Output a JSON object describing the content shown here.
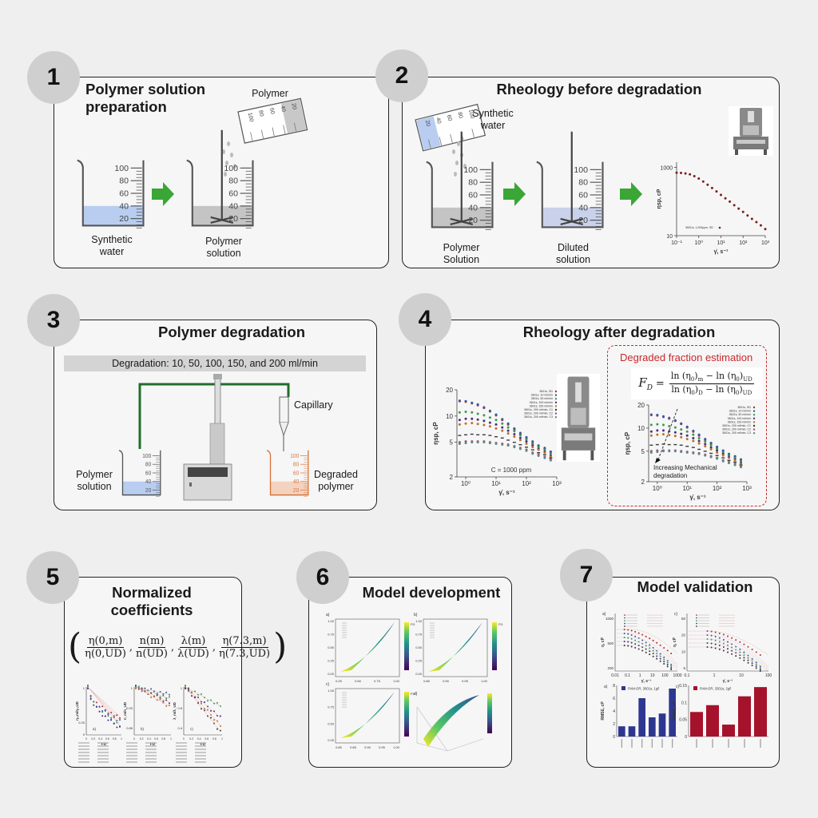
{
  "panels": [
    {
      "number": "1",
      "title": "Polymer solution preparation"
    },
    {
      "number": "2",
      "title": "Rheology before degradation"
    },
    {
      "number": "3",
      "title": "Polymer degradation"
    },
    {
      "number": "4",
      "title": "Rheology after degradation"
    },
    {
      "number": "5",
      "title": "Normalized coefficients"
    },
    {
      "number": "6",
      "title": "Model development"
    },
    {
      "number": "7",
      "title": "Model validation"
    }
  ],
  "beaker_scale": [
    "100",
    "80",
    "60",
    "40",
    "20"
  ],
  "panel1": {
    "synthetic_water": "Synthetic water",
    "polymer": "Polymer",
    "polymer_solution": "Polymer solution"
  },
  "panel2": {
    "synthetic_water": "Synthetic water",
    "polymer_solution": "Polymer Solution",
    "diluted_solution": "Diluted solution"
  },
  "panel3": {
    "degradation_rates": "Degradation: 10, 50, 100, 150, and 200 ml/min",
    "capillary": "Capillary",
    "polymer_solution": "Polymer solution",
    "degraded_polymer": "Degraded polymer"
  },
  "panel4": {
    "concentration": "C = 1000 ppm",
    "degraded_box_title": "Degraded fraction estimation",
    "annotation": "Increasing Mechanical degradation",
    "fd_formula": {
      "lhs": "F",
      "lhs_sub": "D",
      "eq": "=",
      "num": [
        {
          "t": "ln (η"
        },
        {
          "s": "0"
        },
        {
          "t": ")"
        },
        {
          "s": "m"
        },
        {
          "t": " − ln (η"
        },
        {
          "s": "0"
        },
        {
          "t": ")"
        },
        {
          "s": "UD"
        }
      ],
      "den": [
        {
          "t": "ln (η"
        },
        {
          "s": "0"
        },
        {
          "t": ")"
        },
        {
          "s": "D"
        },
        {
          "t": " − ln (η"
        },
        {
          "s": "0"
        },
        {
          "t": ")"
        },
        {
          "s": "UD"
        }
      ]
    }
  },
  "panel5": {
    "open_paren": "(",
    "close_paren": ")",
    "comma": ",",
    "fractions": [
      {
        "num": "η(0,m)",
        "den": "η(0,UD)"
      },
      {
        "num": "n(m)",
        "den": "n(UD)"
      },
      {
        "num": "λ(m)",
        "den": "λ(UD)"
      },
      {
        "num": "η(7.3,m)",
        "den": "η(7.3,UD)"
      }
    ]
  },
  "colors": {
    "green_arrow": "#3aa636",
    "tubing": "#1f6e2a",
    "water": "#b9cdf0",
    "polymer": "#c4c4c4",
    "diluted": "#c9d2ea",
    "degraded": "#f3d2bf",
    "degraded_stroke": "#d9733a",
    "red_accent": "#c8282d",
    "bar_blue": "#2e3790",
    "bar_red": "#a5122b"
  },
  "chart_data": [
    {
      "id": "rheology_before",
      "type": "scatter",
      "xlabel": "γ̇, s⁻¹",
      "ylabel": "ηsp, cP",
      "xscale": "log",
      "yscale": "log",
      "xlim": [
        0.1,
        1000
      ],
      "ylim": [
        10,
        1000
      ],
      "xticks": [
        "10⁻¹",
        "10⁰",
        "10¹",
        "10²",
        "10³"
      ],
      "yticks": [
        "1000",
        "10"
      ],
      "legend": "3601/s, 1,000ppm, SD",
      "x": [
        0.1,
        0.158,
        0.251,
        0.398,
        0.631,
        1,
        1.585,
        2.51,
        3.98,
        6.31,
        10,
        15.85,
        25.1,
        39.8,
        63.1,
        100,
        158.5,
        251,
        398,
        631,
        1000
      ],
      "y": [
        693,
        683,
        662,
        620,
        552,
        468,
        384,
        309,
        247,
        197,
        156,
        124,
        99,
        78,
        62,
        49.5,
        39,
        31,
        25,
        20,
        15.6
      ]
    },
    {
      "id": "rheology_after",
      "type": "scatter",
      "xlabel": "γ̇, s⁻¹",
      "ylabel": "ηsp, cP",
      "xscale": "log",
      "yscale": "log",
      "xlim": [
        0.5,
        1000
      ],
      "ylim": [
        2,
        20
      ],
      "xticks": [
        "10⁰",
        "10¹",
        "10²",
        "10³"
      ],
      "yticks": [
        "20",
        "10",
        "5",
        "2"
      ],
      "legend_position": "top-right",
      "x": [
        0.63,
        1,
        1.6,
        2.5,
        4,
        6.3,
        10,
        16,
        25,
        40,
        63,
        100,
        160,
        250,
        400,
        630
      ],
      "series": [
        {
          "name": "3601s, SD",
          "color": "#b03030",
          "values": [
            15,
            14.6,
            14,
            13.3,
            12.4,
            11.3,
            10.2,
            9,
            8,
            7,
            6.2,
            5.5,
            4.9,
            4.5,
            4.2,
            3.8
          ]
        },
        {
          "name": "3601s, 10 ml/min",
          "color": "#3557a8",
          "values": [
            14.8,
            14.8,
            14.2,
            13.6,
            12.6,
            11.5,
            10.4,
            9.2,
            8.2,
            7.2,
            6.4,
            5.7,
            5.1,
            4.6,
            4.3,
            3.9
          ]
        },
        {
          "name": "3601s, 50 ml/min",
          "color": "#3a9a50",
          "values": [
            11,
            11.2,
            11,
            10.6,
            10.2,
            9.6,
            9,
            8.2,
            7.4,
            6.7,
            6,
            5.4,
            4.8,
            4.4,
            4.1,
            3.7
          ]
        },
        {
          "name": "3601s, 100 ml/min",
          "color": "#4b2f7c",
          "values": [
            9,
            9.3,
            9.3,
            9.1,
            8.8,
            8.4,
            8,
            7.4,
            6.8,
            6.2,
            5.6,
            5.1,
            4.6,
            4.2,
            3.9,
            3.5
          ]
        },
        {
          "name": "3601s, 150 ml/min",
          "color": "#c07020",
          "values": [
            8,
            8.2,
            8.3,
            8.1,
            7.9,
            7.6,
            7.2,
            6.8,
            6.3,
            5.8,
            5.3,
            4.8,
            4.4,
            4.1,
            3.8,
            3.4
          ]
        },
        {
          "name": "3601s, 200 ml/min, C1",
          "color": "#3a3a3a",
          "values": [
            6,
            6.1,
            6.2,
            6.1,
            6.1,
            6,
            5.8,
            5.6,
            5.3,
            5,
            4.7,
            4.4,
            4.1,
            3.8,
            3.6,
            3.3
          ]
        },
        {
          "name": "3601s, 200 ml/min, C2",
          "color": "#a05070",
          "values": [
            5,
            5.1,
            5.1,
            5.1,
            5.1,
            5,
            4.9,
            4.8,
            4.7,
            4.5,
            4.3,
            4.1,
            3.8,
            3.6,
            3.4,
            3.2
          ]
        },
        {
          "name": "3601s, 200 ml/min, C3",
          "color": "#5a8a8a",
          "values": [
            4.8,
            4.9,
            5,
            5,
            5,
            4.9,
            4.8,
            4.7,
            4.6,
            4.4,
            4.2,
            4,
            3.7,
            3.5,
            3.3,
            3.1
          ]
        }
      ]
    },
    {
      "id": "normalized_coefficients",
      "type": "scatter",
      "xlabel": "FD",
      "panels": [
        "a)",
        "b)",
        "c)"
      ],
      "xticks": [
        "0",
        "0.2",
        "0.4",
        "0.6",
        "0.8",
        "1"
      ],
      "xlim": [
        0,
        1
      ],
      "ylabels": [
        "η₀,m/η₀,UD",
        "n_m/n_UD",
        "λ_m/λ_UD"
      ],
      "yticks": [
        [
          "1",
          "0.25",
          "0"
        ],
        [
          "1",
          "0.93",
          "0.85"
        ],
        [
          "1",
          "0.8",
          "0.4"
        ]
      ],
      "end_values": [
        [
          0.35,
          0.28,
          0.2,
          0.15
        ],
        [
          0.9,
          0.85,
          0.8,
          0.75
        ],
        [
          0.75,
          0.6,
          0.5,
          0.42
        ]
      ]
    },
    {
      "id": "model_development",
      "type": "area",
      "panels": [
        "a)",
        "b)",
        "c)",
        "d)"
      ],
      "xticks": [
        [
          "0.25",
          "0.50",
          "0.75",
          "1.00"
        ],
        [
          "0.85",
          "0.90",
          "0.95",
          "1.00"
        ],
        [
          "0.80",
          "0.85",
          "0.90",
          "0.95",
          "1.00"
        ]
      ],
      "yticks": [
        [
          "1.00",
          "0.75",
          "0.50",
          "0.25",
          "0.00"
        ],
        [
          "1.00",
          "0.75",
          "0.50",
          "0.25",
          "0.00"
        ],
        [
          "1.00",
          "0.75",
          "0.50",
          "0.25"
        ]
      ],
      "colorbar_label": "FD"
    },
    {
      "id": "validation_flow_curves",
      "type": "scatter",
      "panels": [
        "a)",
        "c)"
      ],
      "ylabel": "η, cP",
      "xlabel": "γ̇, s⁻¹",
      "xticks": [
        [
          "0.01",
          "0.1",
          "1",
          "10",
          "100",
          "1000"
        ],
        [
          "0.1",
          "1",
          "10",
          "100"
        ]
      ],
      "yticks": [
        [
          "1000",
          "500",
          "200"
        ],
        [
          "50",
          "20",
          "10",
          "5"
        ]
      ],
      "plateaus": [
        [
          700,
          660,
          620,
          560,
          470
        ],
        [
          18,
          17.5,
          17,
          16.3,
          15.5
        ]
      ],
      "end_values": [
        [
          300,
          250,
          200,
          170,
          150
        ],
        [
          8,
          7.5,
          7,
          6.5,
          6
        ]
      ]
    },
    {
      "id": "rmse_left",
      "type": "bar",
      "panel": "a)",
      "ylabel": "RMSE, cP",
      "legend": "PAM-OR, 3601s, 1g/l",
      "ylim": [
        0,
        8
      ],
      "yticks": [
        "8",
        "6",
        "4",
        "2",
        "0"
      ],
      "values": [
        1.6,
        1.6,
        6,
        3,
        3.6,
        7.5
      ],
      "color": "#2e3790"
    },
    {
      "id": "rmse_right",
      "type": "bar",
      "panel": "c)",
      "ylabel": "RMSE, cP",
      "legend": "PAM-OR, 3301s, 2g/l",
      "ylim": [
        0,
        0.15
      ],
      "yticks": [
        "0.15",
        "0.1",
        "0.05",
        "0"
      ],
      "values": [
        0.072,
        0.092,
        0.035,
        0.118,
        0.145
      ],
      "color": "#a5122b"
    }
  ]
}
